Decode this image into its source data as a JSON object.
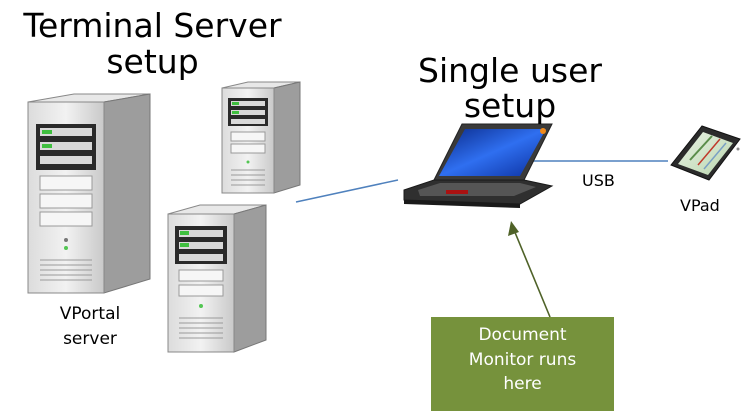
{
  "titles": {
    "terminal_server": "Terminal Server\nsetup",
    "single_user": "Single user\nsetup"
  },
  "labels": {
    "usb": "USB",
    "vpad": "VPad",
    "vportal_server": "VPortal\nserver"
  },
  "callout": {
    "text": "Document\nMonitor runs\nhere"
  },
  "colors": {
    "connector_line": "#4f81bd",
    "callout_fill": "#76923c",
    "callout_arrow": "#4f6228",
    "laptop_screen": "#1f5fd6"
  }
}
